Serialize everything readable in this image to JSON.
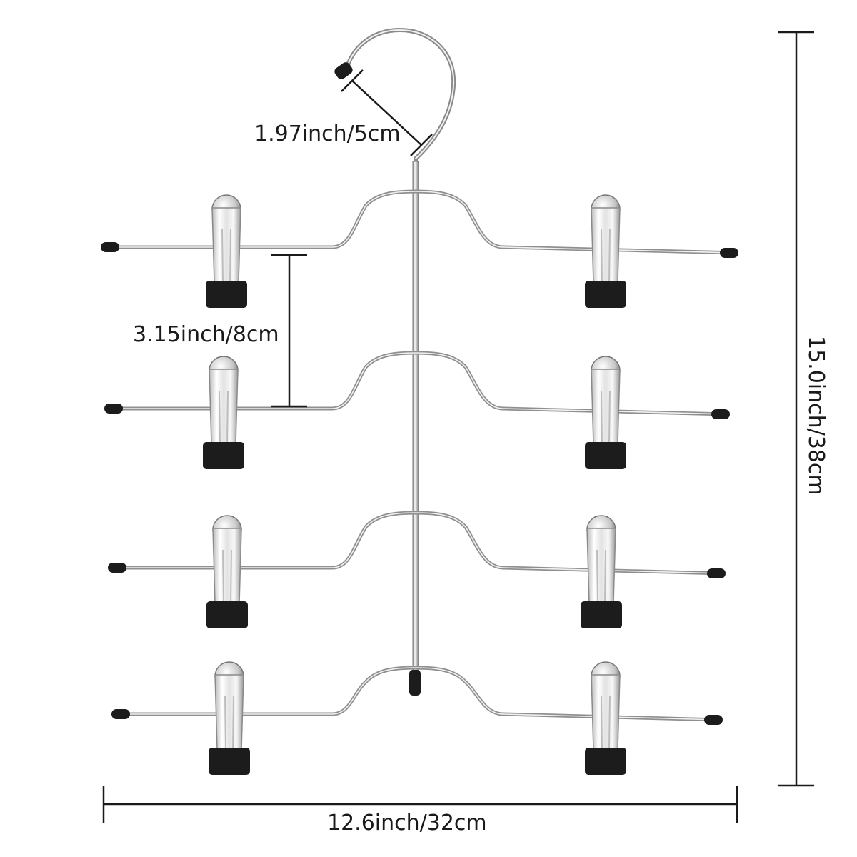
{
  "diagram": {
    "product": "clip-hanger-4-tier",
    "tier_count": 4,
    "clips_per_tier": 2,
    "colors": {
      "background": "#ffffff",
      "metal": "#9a9a9a",
      "metal_highlight": "#e8e8e8",
      "rubber": "#1c1c1c",
      "dimension_line": "#1a1a1a"
    }
  },
  "dimensions": {
    "hook_width": "1.97inch/5cm",
    "tier_spacing": "3.15inch/8cm",
    "total_height": "15.0inch/38cm",
    "total_width": "12.6inch/32cm"
  }
}
